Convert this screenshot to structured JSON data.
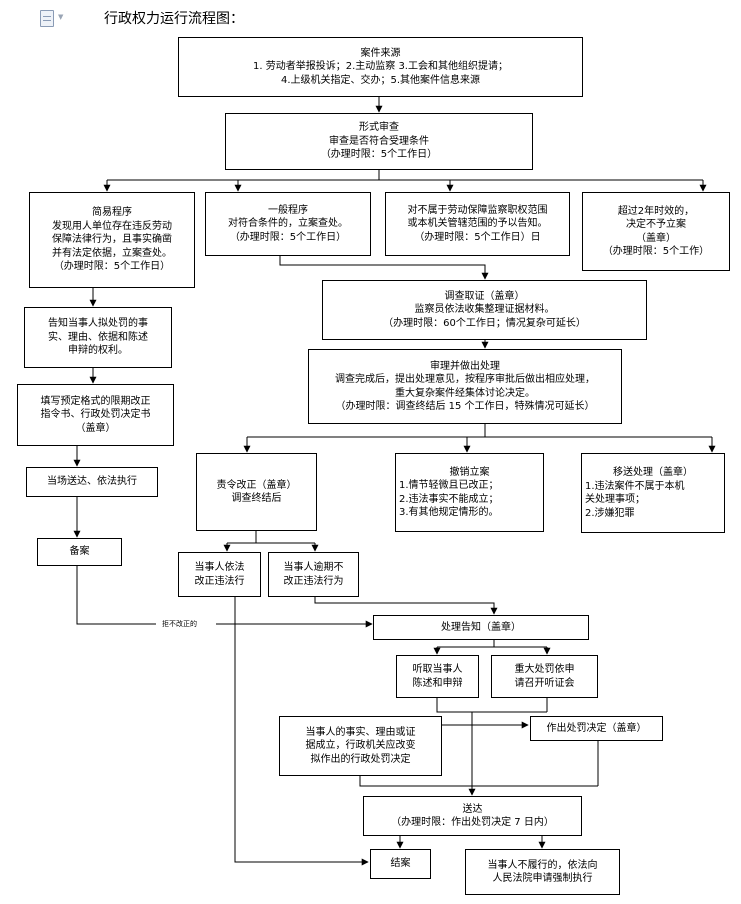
{
  "header": {
    "title": "行政权力运行流程图：",
    "doc_icon": "document-icon"
  },
  "nodes": {
    "source": [
      "案件来源",
      "1.   劳动者举报投诉；2.主动监察 3.工会和其他组织提请；",
      "4.上级机关指定、交办；5.其他案件信息来源"
    ],
    "formal_review": [
      "形式审查",
      "审查是否符合受理条件",
      "（办理时限：5个工作日）"
    ],
    "simple": [
      "简易程序",
      "发现用人单位存在违反劳动",
      "保障法律行为，且事实确凿",
      "并有法定依据，立案查处。",
      "（办理时限：5个工作日）"
    ],
    "general": [
      "一般程序",
      "对符合条件的，立案查处。",
      "（办理时限：5个工作日）"
    ],
    "not_jurisdiction": [
      "对不属于劳动保障监察职权范围",
      "或本机关管辖范围的予以告知。",
      "（办理时限：5个工作日）日"
    ],
    "over_two_years": [
      "超过2年时效的，",
      "决定不予立案",
      "（盖章）",
      "（办理时限：5个工作）"
    ],
    "inform_party": [
      "告知当事人拟处罚的事",
      "实、理由、依据和陈述",
      "申辩的权利。"
    ],
    "fill_form": [
      "填写预定格式的限期改正",
      "指令书、行政处罚决定书",
      "（盖章）"
    ],
    "deliver_onsite": [
      "当场送达、依法执行"
    ],
    "filing": [
      "备案"
    ],
    "investigate": [
      "调查取证（盖章）",
      "监察员依法收集整理证据材料。",
      "（办理时限：60个工作日；情况复杂可延长）"
    ],
    "review": [
      "审理并做出处理",
      "调查完成后，提出处理意见，按程序审批后做出相应处理，",
      "重大复杂案件经集体讨论决定。",
      "（办理时限：调查终结后 15 个工作日，特殊情况可延长）"
    ],
    "order_correct": [
      "责令改正（盖章）",
      "调查终结后"
    ],
    "cancel_case": [
      "撤销立案",
      "1.情节轻微且已改正；",
      "2.违法事实不能成立；",
      "3.有其他规定情形的。"
    ],
    "transfer": [
      "移送处理（盖章）",
      "1.违法案件不属于本机",
      "  关处理事项；",
      "2.涉嫌犯罪"
    ],
    "party_corrected": [
      "当事人依法",
      "改正违法行"
    ],
    "party_not_corrected": [
      "当事人逾期不",
      "改正违法行为"
    ],
    "notice": [
      "处理告知（盖章）"
    ],
    "hear_party": [
      "听取当事人",
      "陈述和申辩"
    ],
    "hearing": [
      "重大处罚依申",
      "请召开听证会"
    ],
    "facts_established": [
      "当事人的事实、理由或证",
      "据成立，行政机关应改变",
      "拟作出的行政处罚决定"
    ],
    "penalty_decision": [
      "作出处罚决定（盖章）"
    ],
    "service": [
      "送达",
      "（办理时限：作出处罚决定 7 日内）"
    ],
    "close": [
      "结案"
    ],
    "court": [
      "当事人不履行的，依法向",
      "人民法院申请强制执行"
    ]
  },
  "labels": {
    "refuse_correct": "拒不改正的"
  }
}
